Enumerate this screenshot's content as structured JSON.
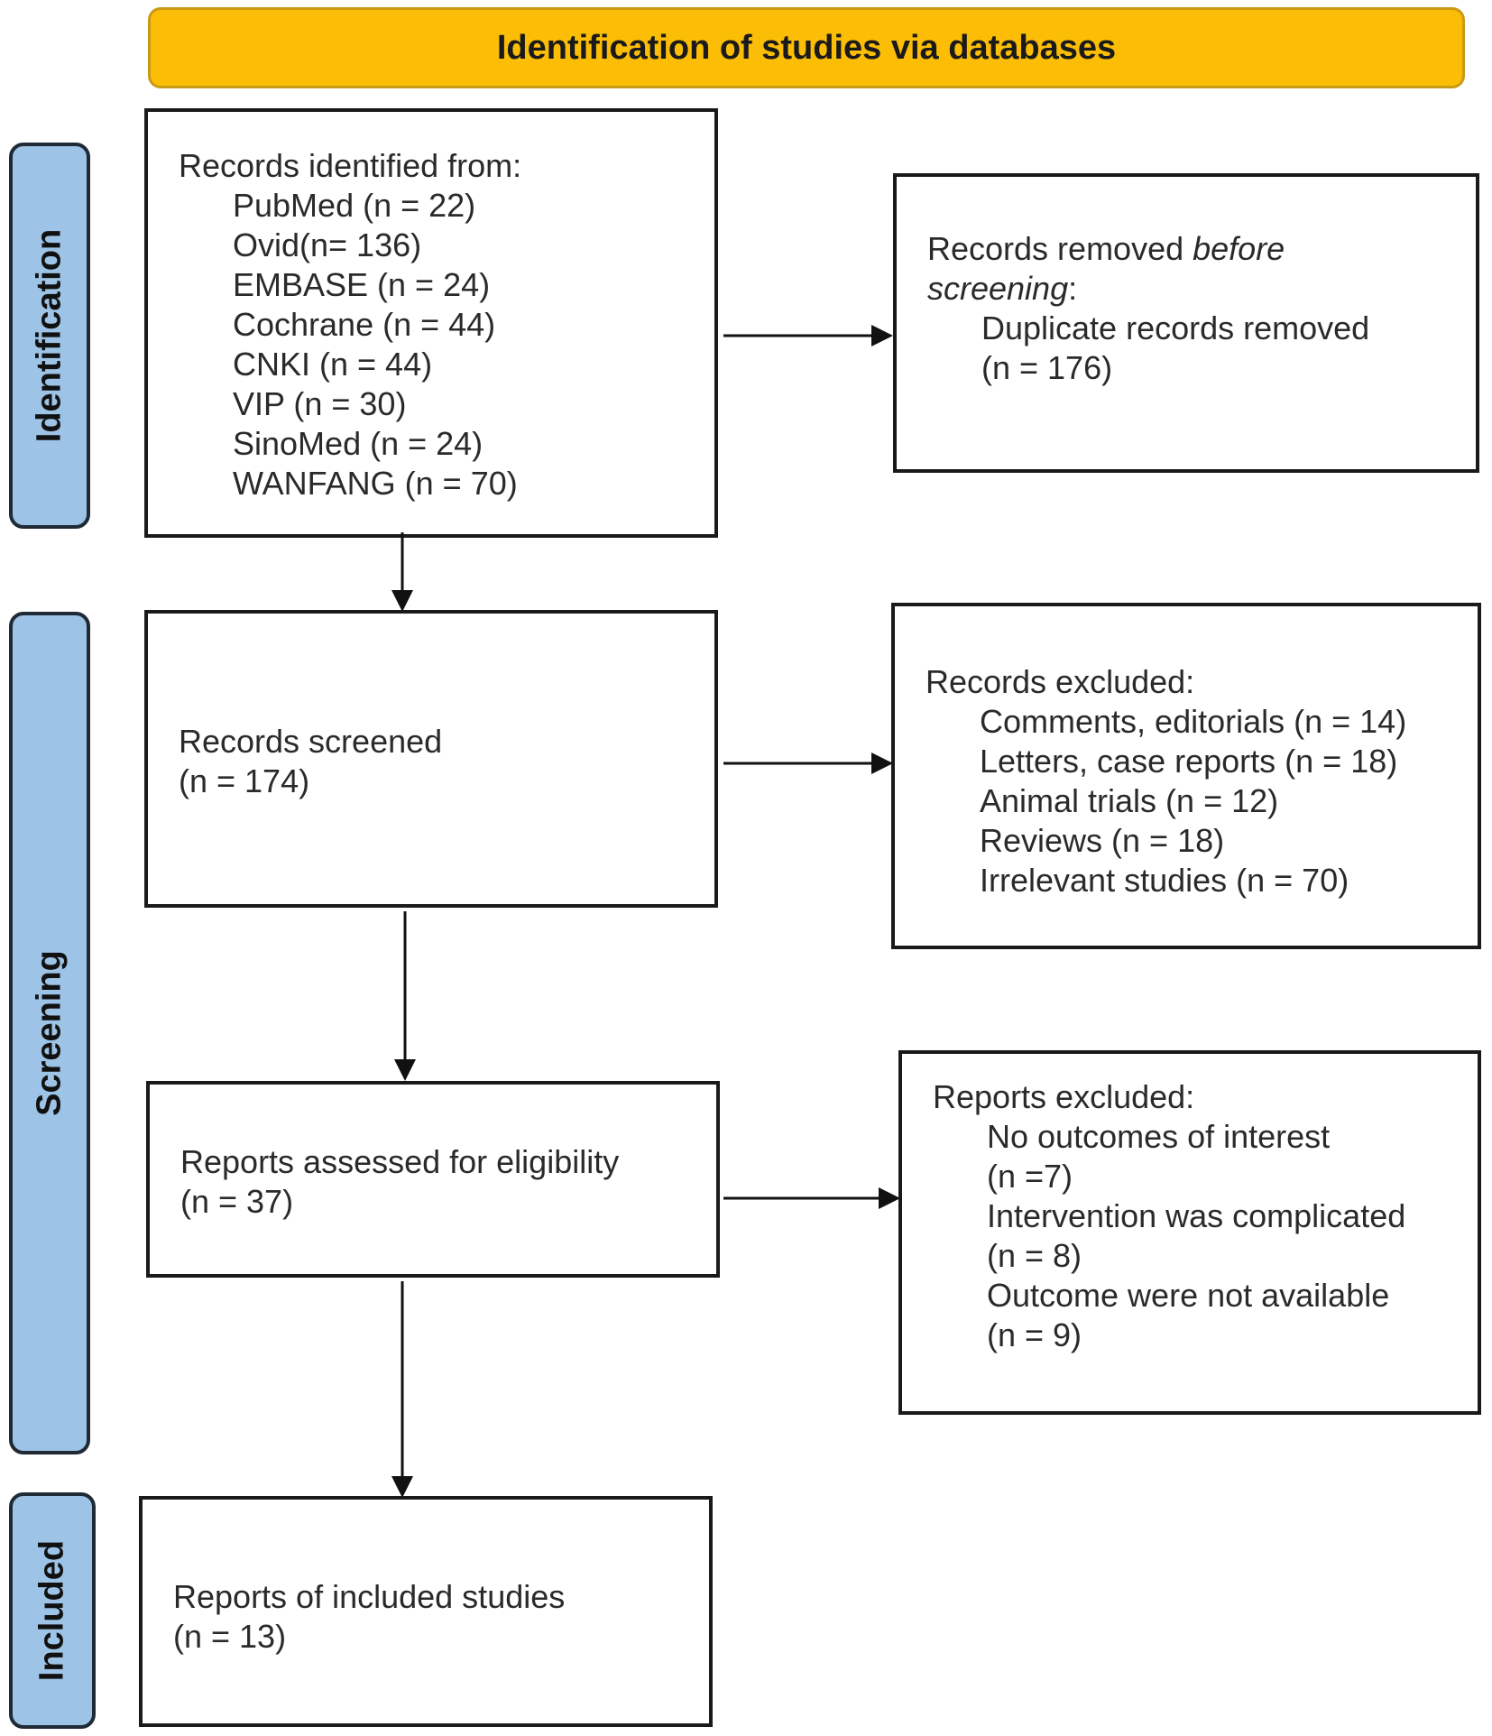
{
  "header": {
    "title": "Identification of studies via databases"
  },
  "stages": {
    "identification": "Identification",
    "screening": "Screening",
    "included": "Included"
  },
  "identified": {
    "heading": "Records identified from:",
    "sources": [
      "PubMed (n = 22)",
      "Ovid(n= 136)",
      "EMBASE (n = 24)",
      "Cochrane (n = 44)",
      "CNKI (n = 44)",
      "VIP (n = 30)",
      "SinoMed (n = 24)",
      "WANFANG (n = 70)"
    ]
  },
  "removed": {
    "heading_prefix": "Records removed ",
    "heading_italic": "before",
    "heading_italic2": "screening",
    "heading_suffix": ":",
    "item": "Duplicate records removed",
    "count": "(n = 176)"
  },
  "screened": {
    "label": "Records screened",
    "count": "(n = 174)"
  },
  "records_excluded": {
    "heading": "Records excluded:",
    "items": [
      "Comments, editorials (n = 14)",
      "Letters, case reports (n = 18)",
      "Animal trials (n = 12)",
      "Reviews (n = 18)",
      "Irrelevant studies (n = 70)"
    ]
  },
  "assessed": {
    "label": "Reports assessed for eligibility",
    "count": "(n = 37)"
  },
  "reports_excluded": {
    "heading": "Reports excluded:",
    "items": [
      "No outcomes of interest",
      "(n =7)",
      "Intervention was complicated",
      "(n = 8)",
      "Outcome were not available",
      "(n = 9)"
    ]
  },
  "included": {
    "label": "Reports of included studies",
    "count": "(n = 13)"
  }
}
